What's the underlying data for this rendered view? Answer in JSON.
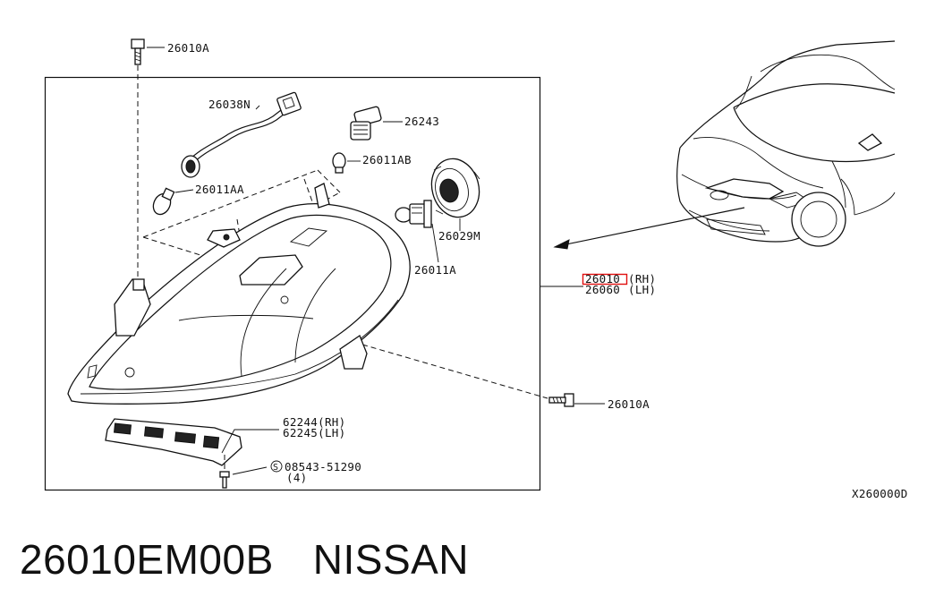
{
  "callouts": {
    "bolt_top": "26010A",
    "harness": "26038N",
    "bulb_socket": "26243",
    "small_bulb": "26011AB",
    "side_bulb": "26011AA",
    "cap": "26029M",
    "main_bulb": "26011A",
    "headlamp_rh_part": "26010",
    "headlamp_rh_side": "(RH)",
    "headlamp_lh_part": "26060",
    "headlamp_lh_side": "(LH)",
    "bolt_right": "26010A",
    "bracket_rh": "62244(RH)",
    "bracket_lh": "62245(LH)",
    "screw": "08543-51290",
    "screw_qty": "(4)",
    "screw_symbol": "S"
  },
  "diagram_code": "X260000D",
  "caption": {
    "part_number": "26010EM00B",
    "brand": "NISSAN"
  },
  "highlight_color": "#e01010"
}
